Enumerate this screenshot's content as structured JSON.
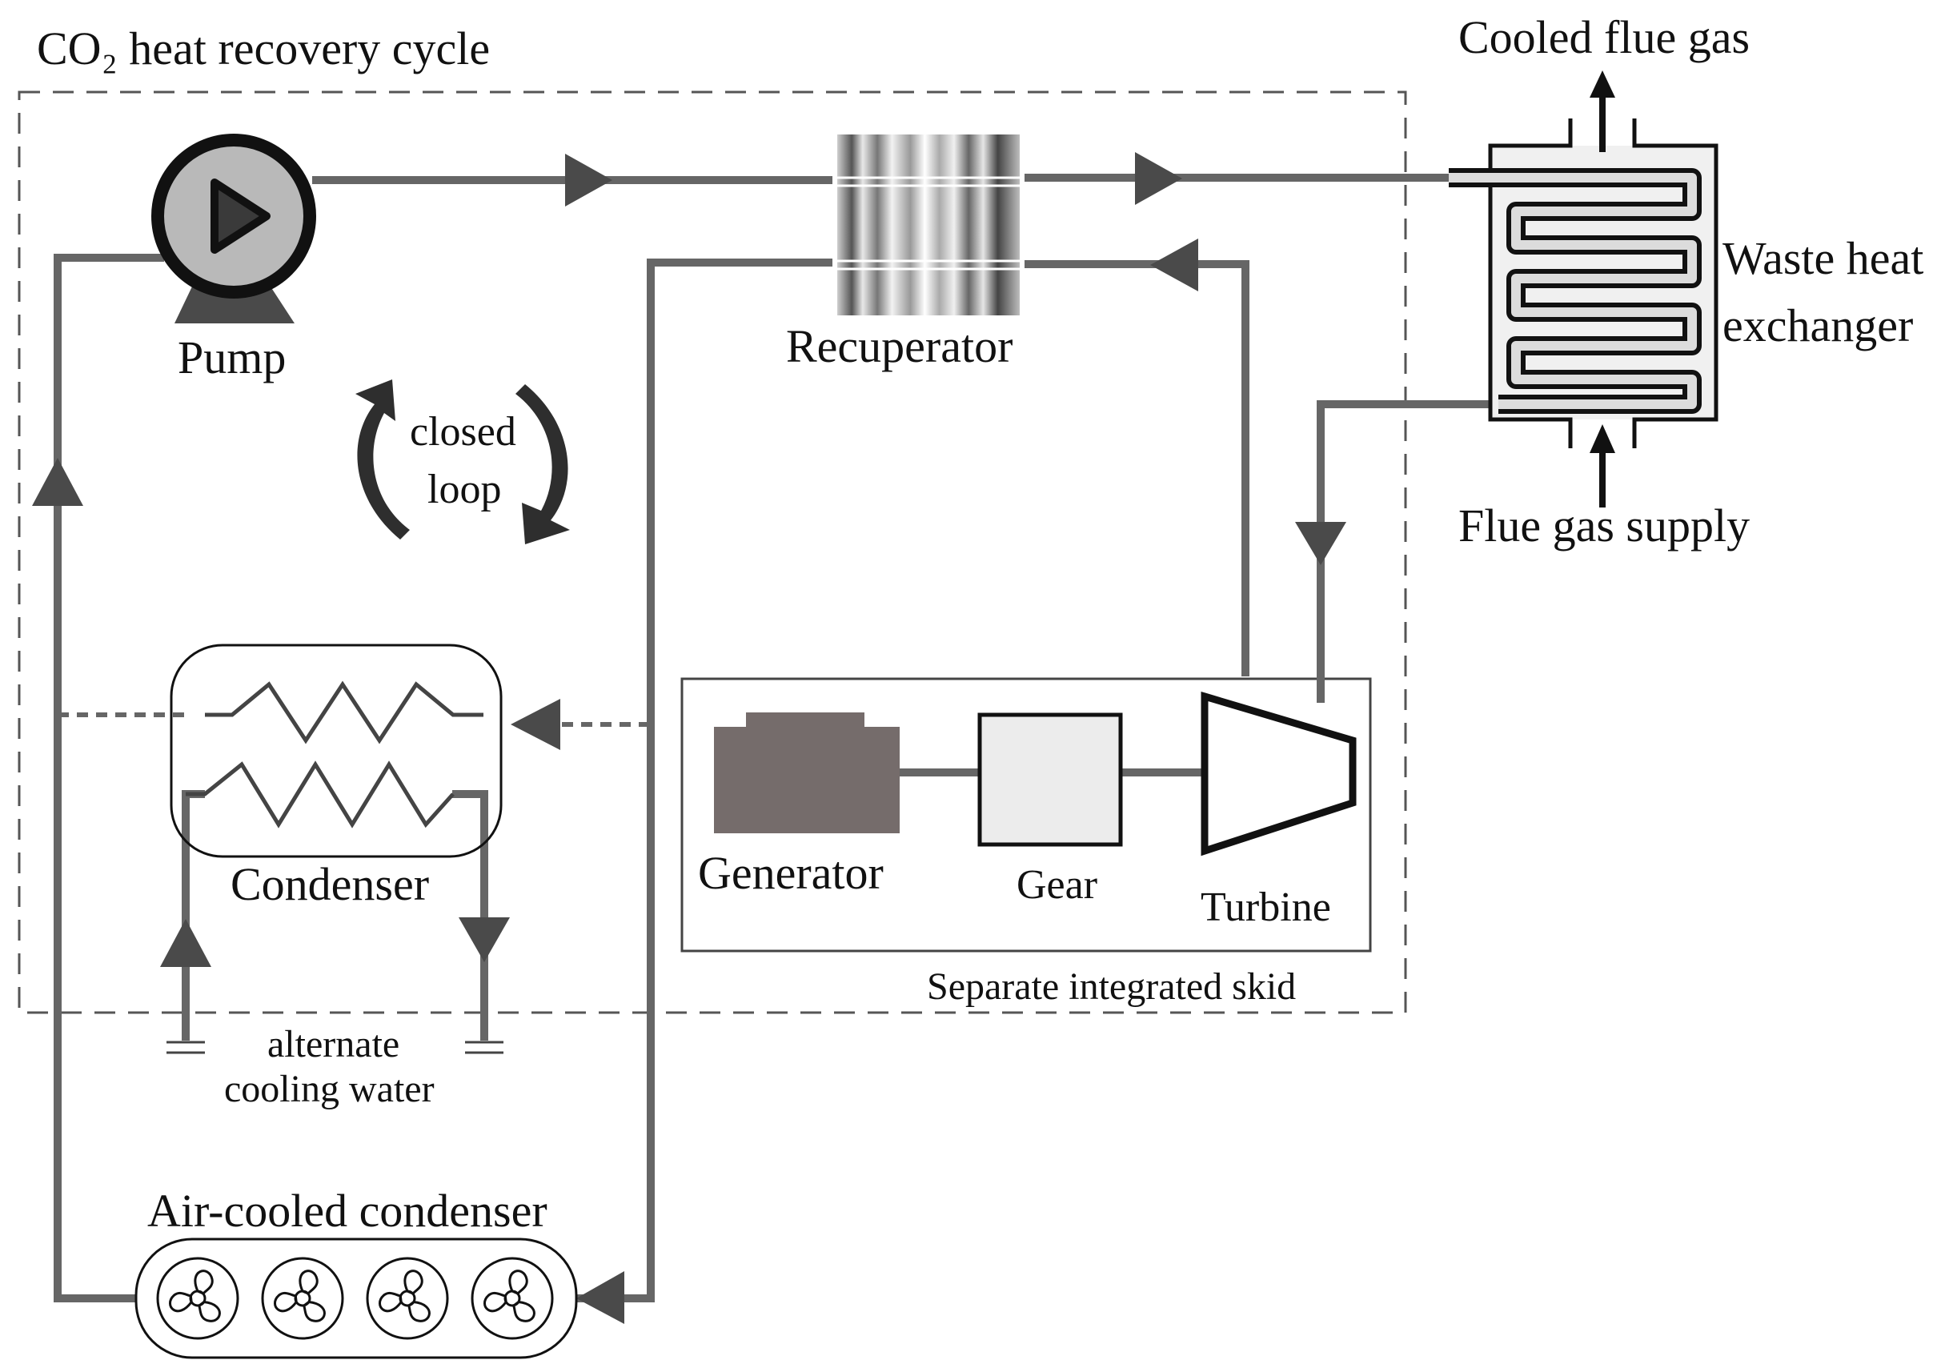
{
  "labels": {
    "cycle_title": "CO₂ heat recovery cycle",
    "pump": "Pump",
    "recuperator": "Recuperator",
    "closed_loop_line1": "closed",
    "closed_loop_line2": "loop",
    "cooled_flue_gas": "Cooled flue gas",
    "waste_heat_line1": "Waste heat",
    "waste_heat_line2": "exchanger",
    "flue_gas_supply": "Flue gas supply",
    "condenser": "Condenser",
    "generator": "Generator",
    "gear": "Gear",
    "turbine": "Turbine",
    "skid": "Separate integrated skid",
    "cooling_line1": "alternate",
    "cooling_line2": "cooling water",
    "air_cooled_condenser": "Air-cooled condenser"
  },
  "colors": {
    "pipe": "#666666",
    "arrow": "#4a4a4a",
    "generator_fill": "#756c6b",
    "gear_fill": "#ececec",
    "pump_fill": "#b9b9b9"
  }
}
